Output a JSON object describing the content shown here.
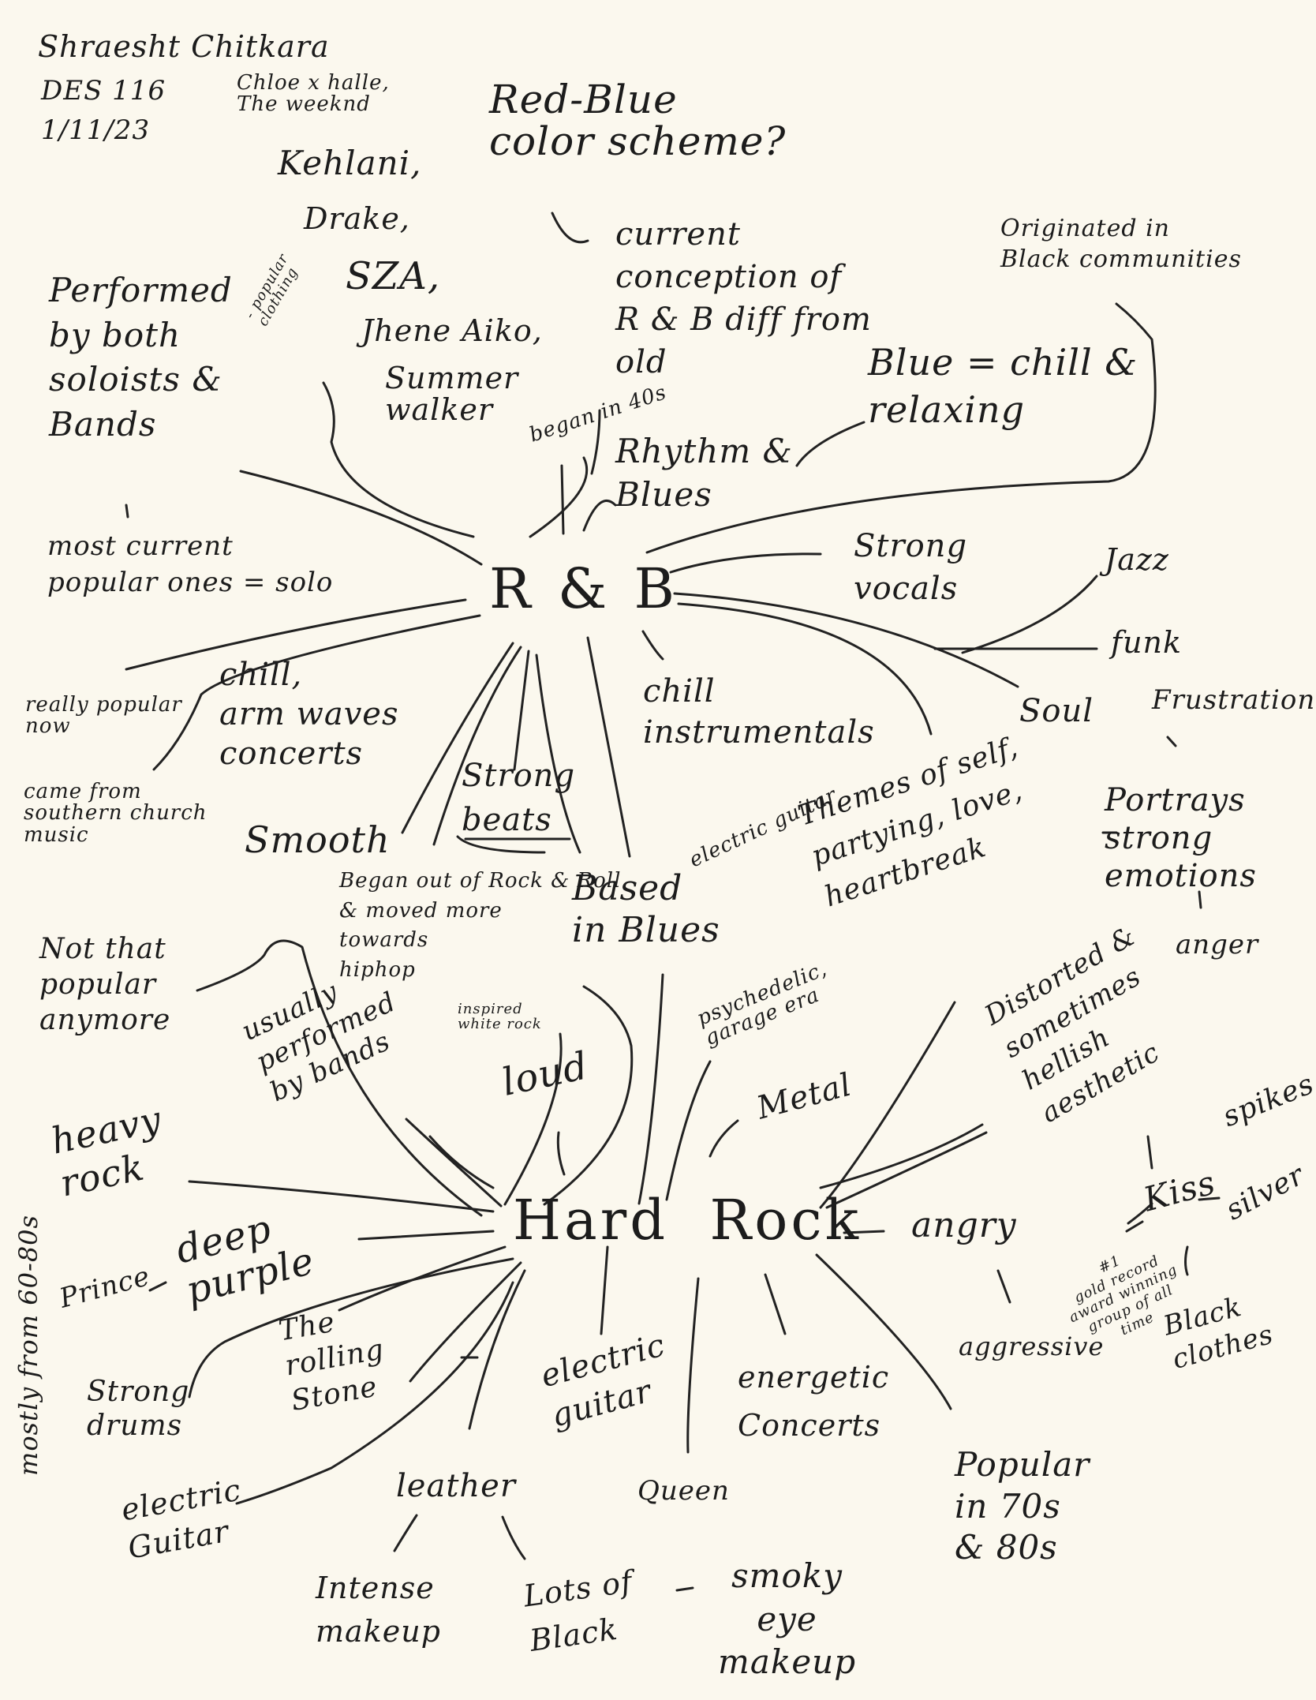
{
  "header": {
    "name": "Shraesht Chitkara",
    "course": "DES 116",
    "date": "1/11/23",
    "title": "Red-Blue\ncolor scheme?"
  },
  "rnb": {
    "hub": "R & B",
    "artists": [
      "Chloe x halle,\nThe weeknd",
      "Kehlani,",
      "Drake,",
      "SZA,",
      "Jhene Aiko,",
      "Summer\nwalker"
    ],
    "nodes": {
      "performed_by": "Performed\nby both\nsoloists &\nBands",
      "popular_clothing": "- popular\nclothing",
      "most_current": "most current\npopular ones = solo",
      "really_popular": "really popular\nnow",
      "came_from": "came from\nsouthern church\nmusic",
      "chill_arm_waves": "chill,\narm waves\nconcerts",
      "smooth": "Smooth",
      "strong_beats": "Strong\nbeats",
      "began_in_40s": "began in 40s",
      "current_conception": "current\nconception of\nR & B diff from\nold",
      "rhythm_blues": "Rhythm &\nBlues",
      "blue_chill": "Blue = chill &\nrelaxing",
      "originated": "Originated in\nBlack communities",
      "strong_vocals": "Strong\nvocals",
      "jazz": "Jazz",
      "funk": "funk",
      "soul": "Soul",
      "chill_instrumentals": "chill\ninstrumentals"
    }
  },
  "hardrock": {
    "hub": "Hard  Rock",
    "nodes": {
      "began_out_of": "Began out of Rock & Roll\n& moved more\ntowards\nhiphop",
      "inspired": "inspired\nwhite rock",
      "based_in_blues": "Based\nin Blues",
      "electric_guitar_top": "electric guitar",
      "themes": "Themes of self,\npartying, love,\nheartbreak",
      "frustration": "Frustration",
      "portrays": "Portrays\nstrong\nemotions",
      "anger": "anger",
      "not_popular": "Not that\npopular\nanymore",
      "usually_bands": "usually\nperformed\nby bands",
      "loud": "loud",
      "psychedelic": "psychedelic,\ngarage era",
      "metal": "Metal",
      "distorted": "Distorted &\nsometimes\nhellish\naesthetic",
      "heavy_rock": "heavy\nrock",
      "mostly_from": "mostly from 60-80s",
      "prince": "Prince",
      "deep_purple": "deep\npurple",
      "angry": "angry",
      "kiss": "Kiss",
      "spikes": "spikes",
      "silver": "silver",
      "gold_record": "#1\ngold record\naward winning\ngroup of all\ntime",
      "aggressive": "aggressive",
      "black_clothes": "Black\nclothes",
      "strong_drums": "Strong\ndrums",
      "rolling_stone": "The\nrolling\nStone",
      "electric_guitar_bottom": "electric\nguitar",
      "electric_guitar_left": "electric\nGuitar",
      "energetic": "energetic\nConcerts",
      "leather": "leather",
      "queen": "Queen",
      "popular_70s": "Popular\nin 70s\n& 80s",
      "intense_makeup": "Intense\nmakeup",
      "lots_of_black": "Lots of\nBlack",
      "smoky_eye": "smoky\neye\nmakeup"
    }
  }
}
